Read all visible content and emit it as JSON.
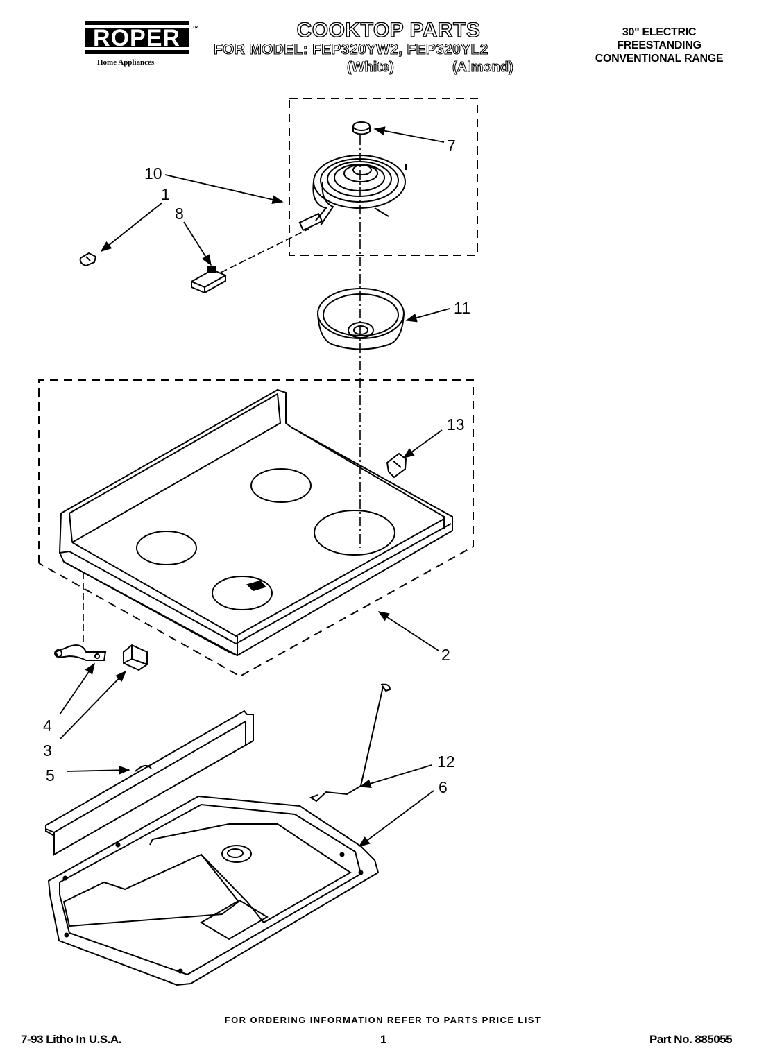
{
  "brand": {
    "logo_text": "ROPER",
    "trademark": "™",
    "tagline": "Home Appliances"
  },
  "header": {
    "title": "COOKTOP PARTS",
    "model_line": "FOR MODEL: FEP320YW2, FEP320YL2",
    "variant_white": "(White)",
    "variant_almond": "(Almond)",
    "description": [
      "30\" ELECTRIC",
      "FREESTANDING",
      "CONVENTIONAL RANGE"
    ]
  },
  "callouts": [
    "1",
    "2",
    "3",
    "4",
    "5",
    "6",
    "7",
    "8",
    "10",
    "11",
    "12",
    "13"
  ],
  "footer": {
    "ordering_note": "FOR ORDERING INFORMATION REFER TO PARTS PRICE LIST",
    "litho": "7-93 Litho In U.S.A.",
    "page_number": "1",
    "part_number": "Part No. 885055"
  },
  "icons": {
    "surface_element": "coil-surface-element-icon",
    "drip_bowl": "drip-bowl-icon",
    "cooktop": "cooktop-panel-icon",
    "burner_box": "burner-box-icon"
  }
}
